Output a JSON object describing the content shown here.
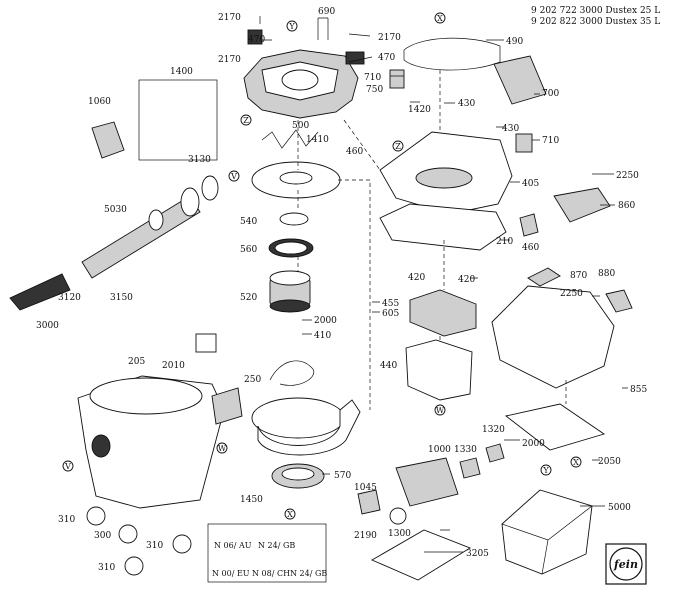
{
  "header": {
    "line1": "9 202 722 3000 Dustex 25 L",
    "line2": "9 202 822 3000 Dustex 35 L"
  },
  "labels": {
    "l2170a": "2170",
    "l690": "690",
    "l2170b": "2170",
    "l470a": "470",
    "l2170c": "2170",
    "l470b": "470",
    "l490": "490",
    "l710a": "710",
    "l750": "750",
    "l700": "700",
    "l430a": "430",
    "l1420": "1420",
    "l1400": "1400",
    "l1060": "1060",
    "l500": "500",
    "l460a": "460",
    "l1410": "1410",
    "l430b": "430",
    "l710b": "710",
    "l3130": "3130",
    "l405": "405",
    "l2250a": "2250",
    "l5030": "5030",
    "l540": "540",
    "l860": "860",
    "l210": "210",
    "l460b": "460",
    "l560": "560",
    "l420a": "420",
    "l420b": "420",
    "l870": "870",
    "l880": "880",
    "l3120": "3120",
    "l3150": "3150",
    "l520": "520",
    "l455": "455",
    "l2250b": "2250",
    "l605": "605",
    "l3000": "3000",
    "l2000a": "2000",
    "l410": "410",
    "l205": "205",
    "l2010": "2010",
    "l440": "440",
    "l250": "250",
    "l855": "855",
    "l1320": "1320",
    "l2000b": "2000",
    "l1000": "1000",
    "l1330": "1330",
    "l570": "570",
    "l2050": "2050",
    "l1450": "1450",
    "l1045": "1045",
    "l5000": "5000",
    "l310a": "310",
    "l300": "300",
    "l2190": "2190",
    "l1300": "1300",
    "l310b": "310",
    "l3205": "3205",
    "l310c": "310"
  },
  "markers": {
    "y1": "Y",
    "z1": "Z",
    "x1": "X",
    "v1": "V",
    "z2": "Z",
    "x2": "X",
    "w1": "W",
    "w2": "W",
    "v2": "V",
    "y2": "Y",
    "x3": "X"
  },
  "plug_labels": {
    "au": "N 06/ AU",
    "gb1": "N 24/ GB",
    "eu": "N 00/ EU",
    "ch": "N 08/ CH",
    "gb2": "N 24/ GB"
  },
  "logo": "fein"
}
